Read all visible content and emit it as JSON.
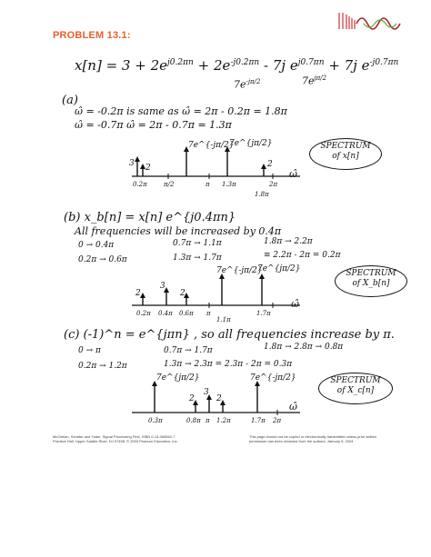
{
  "header": {
    "title": "PROBLEM 13.1:",
    "logo": "wave-logo"
  },
  "equation": {
    "main": "x[n] = 3 + 2e^{j0.2πn} + 2e^{-j0.2πn} - 7je^{j0.7πn} + 7je^{-j0.7πn}",
    "lhs": "x[n] = 3 + 2e",
    "exp1": "j0.2πn",
    "mid": "+ 2e",
    "exp2": "-j0.2πn",
    "t3": "- 7j e",
    "exp3": "j0.7πn",
    "t4": "+ 7j e",
    "exp4": "-j0.7πn",
    "note1": "7e",
    "note1exp": "-jπ/2",
    "note2": "7e",
    "note2exp": "jπ/2"
  },
  "part_a": {
    "label": "(a)",
    "line1": "ω̂ = -0.2π   is same as   ω̂ = 2π - 0.2π = 1.8π",
    "line2": "ω̂ = -0.7π               ω̂ = 2π - 0.7π = 1.3π",
    "bubble": [
      "SPECTRUM",
      "of x[n]"
    ],
    "amps": [
      "3",
      "2",
      "2"
    ],
    "phasor1": "7e^{-jπ/2}",
    "phasor2": "7e^{jπ/2}",
    "ticks": [
      "0.2π",
      "π/2",
      "π",
      "1.3π",
      "2π"
    ],
    "tick_below": "1.8π",
    "axis": "ω̂"
  },
  "part_b": {
    "label": "(b)  x_b[n] = x[n] e^{j0.4πn}",
    "line1": "All frequencies will be increased by 0.4π",
    "rows": [
      [
        "0 → 0.4π",
        "0.7π → 1.1π",
        "1.8π → 2.2π"
      ],
      [
        "0.2π → 0.6π",
        "1.3π → 1.7π",
        "≡ 2.2π - 2π = 0.2π"
      ]
    ],
    "bubble": [
      "SPECTRUM",
      "of X_b[n]"
    ],
    "amps": [
      "2",
      "3",
      "2"
    ],
    "phasor1": "7e^{-jπ/2}",
    "phasor2": "7e^{jπ/2}",
    "ticks": [
      "0.2π",
      "0.4π",
      "0.6π",
      "π",
      "1.7π"
    ],
    "tick_below": "1.1π",
    "axis": "ω̂"
  },
  "part_c": {
    "label": "(c)  (-1)^n = e^{jπn} , so all frequencies increase by π.",
    "rows": [
      [
        "0 → π",
        "0.7π → 1.7π",
        "1.8π → 2.8π → 0.8π"
      ],
      [
        "0.2π → 1.2π",
        "1.3π → 2.3π = 2.3π - 2π = 0.3π"
      ]
    ],
    "bubble": [
      "SPECTRUM",
      "of X_c[n]"
    ],
    "amps": [
      "2",
      "3",
      "2"
    ],
    "phasor1": "7e^{jπ/2}",
    "phasor2": "7e^{-jπ/2}",
    "ticks": [
      "0.3π",
      "0.8π",
      "π",
      "1.2π",
      "1.7π",
      "2π"
    ],
    "axis": "ω̂"
  },
  "footer": {
    "left1": "McClellan, Schafer and Yoder, Signal Processing First, ISBN 0-13-065562-7",
    "left2": "Prentice Hall, Upper Saddle River, NJ 07458. © 2003 Pearson Education, Inc.",
    "right1": "This page should not be copied or electronically transmitted unless prior written",
    "right2": "permission has been obtained from the authors. January 5, 2004"
  }
}
